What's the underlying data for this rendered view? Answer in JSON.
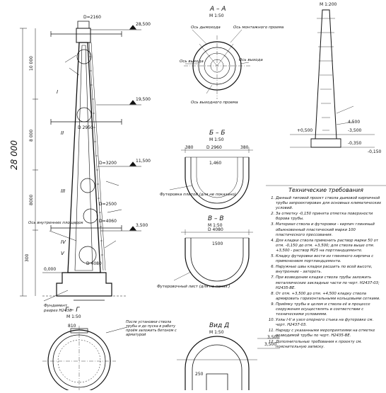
{
  "section_labels": {
    "aa": "А – А",
    "aa_scale": "М 1:50",
    "bb": "Б – Б",
    "bb_scale": "М 1:50",
    "vv": "В – В",
    "vv_scale": "М 1:50",
    "gg": "Г – Г",
    "gg_scale": "М 1:50",
    "vid_d": "Вид Д",
    "vid_d_scale": "М 1:50",
    "top_right_scale": "М 1:200"
  },
  "elevations": {
    "e1": "28,500",
    "e2": "19,500",
    "e3": "11,500",
    "e4": "3,500",
    "e5": "0,000",
    "e6": "4,500",
    "e7": "-3,500",
    "e8": "3,500",
    "e9": "-0,350",
    "e10": "-0,150",
    "e11": "+0,500"
  },
  "dimensions": {
    "d_top": "D=2160",
    "d2": "D=3200",
    "d3": "D=2500",
    "d4": "D=4060",
    "d_mid": "D 2950",
    "d_low": "D 4080",
    "h_total": "28 000",
    "h_left": "10 000",
    "h_left2": "8 000",
    "h_left3": "8000",
    "h_bottom": "300",
    "bb_380a": "380",
    "bb_380b": "380",
    "bb_2960": "D 2960",
    "bb_1460": "1,460",
    "vv_4080": "D 4080",
    "vv_1500": "1500",
    "gg_810": "810",
    "vid_3500": "3,500",
    "vid_250": "250"
  },
  "callouts": {
    "c1": "Ось дымохода",
    "c2": "Ось выхода",
    "c3": "Ось выходного проема",
    "c4": "Ось монтажного проема",
    "c5": "Футеровка плитой (для не показано)",
    "c6": "Футеровочный лист (для не показ.)",
    "c7": "Фундамент",
    "c8": "разрез Н2438",
    "c9": "После установки ствола трубы и до пуска в работу проём заложить бетоном с арматурой",
    "c10": "Ось внутренних площадок"
  },
  "roman": [
    "I",
    "II",
    "III",
    "IV",
    "V"
  ],
  "notes": {
    "title": "Технические требования",
    "items": [
      "Данный типовой проект ствола дымовой кирпичной трубы запроектирован для основных климатических условий.",
      "За отметку -0,150 принята отметка поверхности борова трубы.",
      "Материал ствола и футеровки - кирпич глиняный обыкновенный пластический марки 100 пластического прессования.",
      "Для кладки ствола применить раствор марки 50 от отм. -0,150 до отм. +3,500; для ствола выше отм. +3,500 - раствор М25 на портландцементе.",
      "Кладку футеровки вести из глиняного кирпича с применением портландцемента.",
      "Наружные швы кладки расшить по всей высоте, внутренние - затереть.",
      "При возведении кладки ствола трубы заложить металлические закладные части по черт. Н2437-03; Н2435-ВЕ.",
      "От отм. +3,500 до отм. +4,500 кладку ствола армировать горизонтальными кольцевыми сетками.",
      "Приёмку трубы в целом и ствола её в процессе сооружения осуществлять в соответствии с техническими условиями.",
      "Узлы I-V и узел опорного стыка на футеровке см. черт. Н2437-03.",
      "Наряду с указанными мероприятиями на отметке возводимой трубы по черт. Н2435-ВЕ.",
      "Дополнительные требования к проекту см. пояснительную записку."
    ]
  }
}
